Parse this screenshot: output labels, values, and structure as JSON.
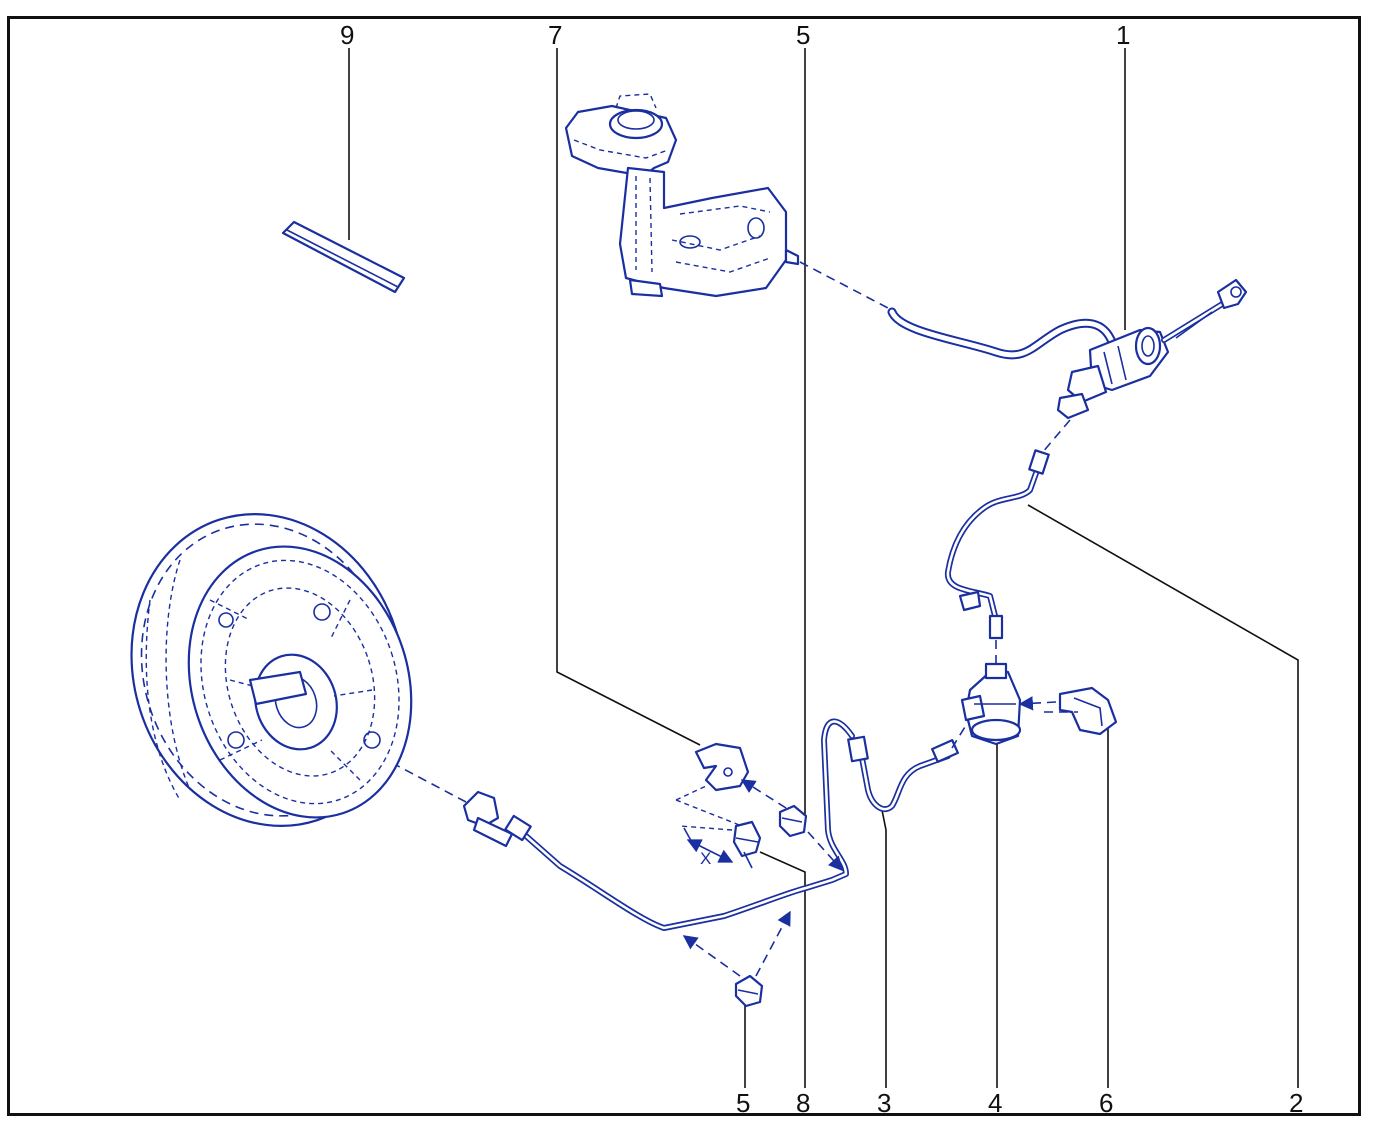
{
  "callouts": {
    "top": [
      "9",
      "7",
      "5",
      "1"
    ],
    "bottom": [
      "5",
      "8",
      "3",
      "4",
      "6",
      "2"
    ]
  },
  "dimension_label": "X",
  "colors": {
    "line_art": "#1a2fa0",
    "leader": "#111111",
    "frame": "#111111"
  }
}
